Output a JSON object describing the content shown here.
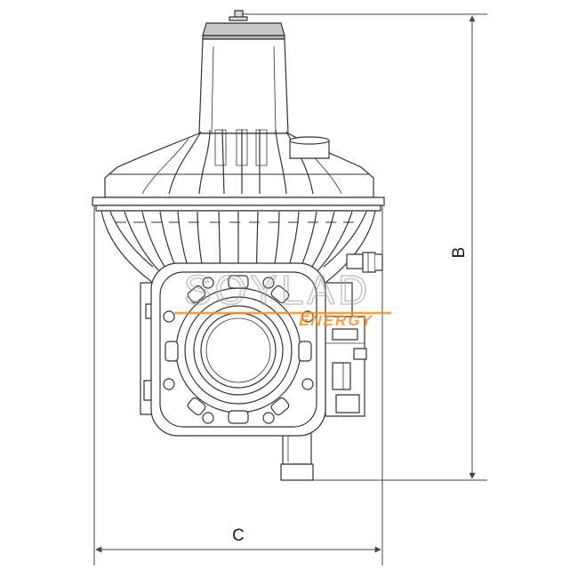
{
  "dimensions": {
    "height_label": "B",
    "width_label": "C"
  },
  "watermark": {
    "brand": "SOYLAD",
    "tagline": "ENERGY",
    "brand_color": "#9a9a9a",
    "accent_color": "#ff8a1f"
  },
  "colors": {
    "line": "#333333",
    "dimension_line": "#444444",
    "top_cap_fill": "#c8c8c8"
  }
}
